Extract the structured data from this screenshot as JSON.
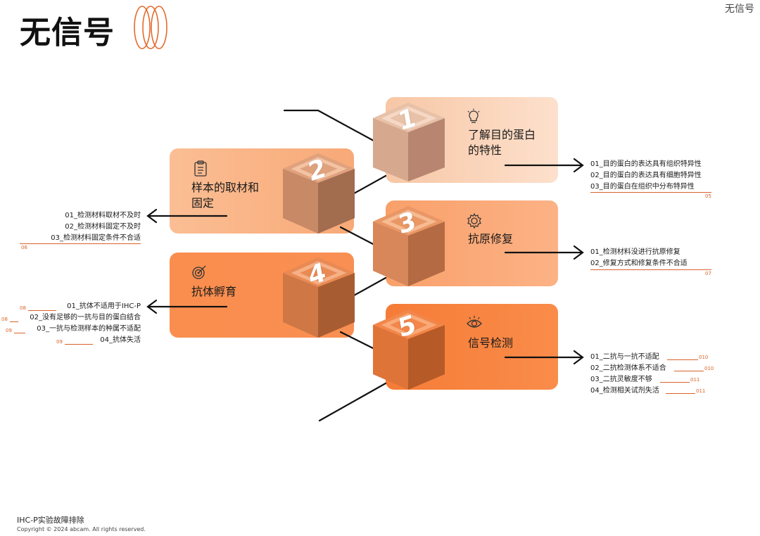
{
  "page": {
    "title": "无信号",
    "corner_label": "无信号",
    "footer_title": "IHC-P实验故障排除",
    "footer_copyright": "Copyright © 2024 abcam. All rights reserved."
  },
  "colors": {
    "accent": "#e46a2c",
    "card1": "#fcd3b7",
    "card2": "#fbbf94",
    "card3": "#fba46c",
    "card4": "#f98f4f",
    "card5": "#f47c37"
  },
  "cards": [
    {
      "number": "1",
      "label_line1": "了解目的蛋白",
      "label_line2": "的特性",
      "icon": "lightbulb-icon",
      "items": [
        "01_目的蛋白的表达具有组织特异性",
        "02_目的蛋白的表达具有细胞特异性",
        "03_目的蛋白在组织中分布特异性"
      ],
      "tag": "05"
    },
    {
      "number": "2",
      "label_line1": "样本的取材和",
      "label_line2": "固定",
      "icon": "clipboard-icon",
      "items": [
        "01_检测材料取材不及时",
        "02_检测材料固定不及时",
        "03_检测材料固定条件不合适"
      ],
      "tag": "06"
    },
    {
      "number": "3",
      "label_line1": "抗原修复",
      "label_line2": "",
      "icon": "gear-icon",
      "items": [
        "01_检测材料没进行抗原修复",
        "02_修复方式和修复条件不合适"
      ],
      "tag": "07"
    },
    {
      "number": "4",
      "label_line1": "抗体孵育",
      "label_line2": "",
      "icon": "target-icon",
      "items": [
        "01_抗体不适用于IHC-P",
        "02_没有足够的一抗与目的蛋白结合",
        "03_一抗与检测样本的种属不适配",
        "04_抗体失活"
      ],
      "tags": [
        "08",
        "08",
        "09",
        "09"
      ]
    },
    {
      "number": "5",
      "label_line1": "信号检测",
      "label_line2": "",
      "icon": "eye-icon",
      "items": [
        "01_二抗与一抗不适配",
        "02_二抗检测体系不适合",
        "03_二抗灵敏度不够",
        "04_检测相关试剂失活"
      ],
      "tags": [
        "010",
        "010",
        "011",
        "011"
      ]
    }
  ]
}
